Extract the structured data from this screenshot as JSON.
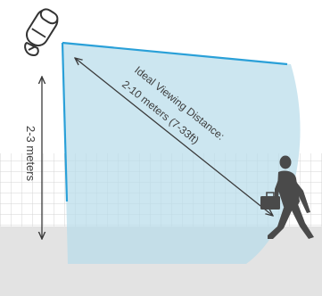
{
  "labels": {
    "viewing_distance_line1": "Ideal Viewing Distance:",
    "viewing_distance_line2": "2-10 meters (7-33ft)",
    "mounting_height": "2-3 meters"
  },
  "colors": {
    "field_of_view_fill": "#b9dcea",
    "field_of_view_edge": "#2aa0d8",
    "ground": "#e3e3e3",
    "fence_grid": "#d4d4d4",
    "arrow": "#3a3a3a",
    "person": "#4a4a4a",
    "camera_body": "#ffffff",
    "camera_outline": "#333333"
  },
  "icons": {
    "camera": "security-camera-icon",
    "person": "walking-person-with-briefcase-icon"
  }
}
